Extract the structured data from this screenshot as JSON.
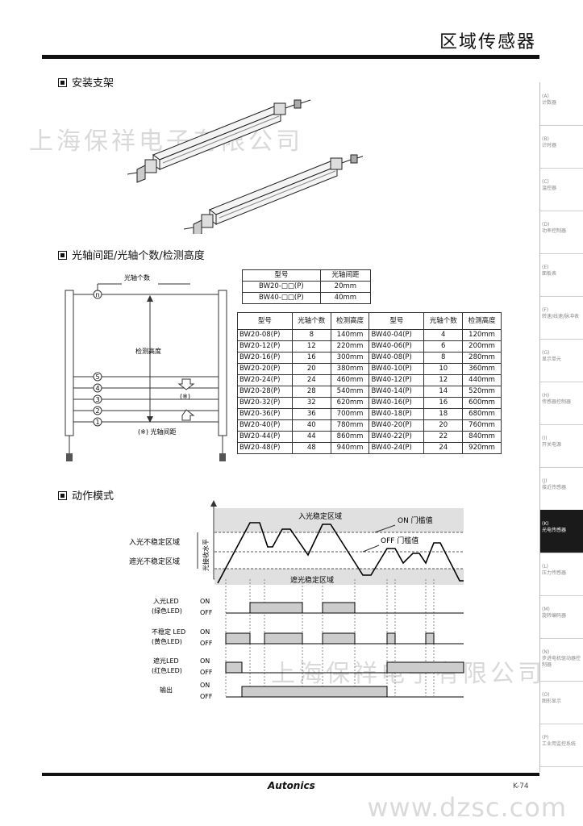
{
  "header": {
    "title": "区域传感器"
  },
  "side_tabs": [
    {
      "code": "(A)",
      "name": "计数器"
    },
    {
      "code": "(B)",
      "name": "计时器"
    },
    {
      "code": "(C)",
      "name": "温控器"
    },
    {
      "code": "(D)",
      "name": "功率控制器"
    },
    {
      "code": "(E)",
      "name": "面板表"
    },
    {
      "code": "(F)",
      "name": "转速/线速/脉冲表"
    },
    {
      "code": "(G)",
      "name": "显示单元"
    },
    {
      "code": "(H)",
      "name": "传感器控制器"
    },
    {
      "code": "(I)",
      "name": "开关电源"
    },
    {
      "code": "(J)",
      "name": "接近传感器"
    },
    {
      "code": "(K)",
      "name": "光电传感器"
    },
    {
      "code": "(L)",
      "name": "压力传感器"
    },
    {
      "code": "(M)",
      "name": "旋转编码器"
    },
    {
      "code": "(N)",
      "name": "步进电机驱动器控制器"
    },
    {
      "code": "(O)",
      "name": "图形显示"
    },
    {
      "code": "(P)",
      "name": "工业用监控系统"
    }
  ],
  "active_tab_index": 10,
  "sections": {
    "mount": "安装支架",
    "pitch": "光轴间距/光轴个数/检测高度",
    "mode": "动作模式"
  },
  "watermark": "上海保祥电子有限公司",
  "pitch_diagram": {
    "optical_count_label": "光轴个数",
    "height_label": "检测高度",
    "note": "(※)",
    "pitch_label": "(※) 光轴间距",
    "beams": [
      "n",
      "5",
      "4",
      "3",
      "2",
      "1"
    ]
  },
  "small_table": {
    "headers": [
      "型号",
      "光轴间距"
    ],
    "rows": [
      [
        "BW20-□□(P)",
        "20mm"
      ],
      [
        "BW40-□□(P)",
        "40mm"
      ]
    ]
  },
  "big_table": {
    "headers": [
      "型号",
      "光轴个数",
      "检测高度",
      "型号",
      "光轴个数",
      "检测高度"
    ],
    "rows": [
      [
        "BW20-08(P)",
        "8",
        "140mm",
        "BW40-04(P)",
        "4",
        "120mm"
      ],
      [
        "BW20-12(P)",
        "12",
        "220mm",
        "BW40-06(P)",
        "6",
        "200mm"
      ],
      [
        "BW20-16(P)",
        "16",
        "300mm",
        "BW40-08(P)",
        "8",
        "280mm"
      ],
      [
        "BW20-20(P)",
        "20",
        "380mm",
        "BW40-10(P)",
        "10",
        "360mm"
      ],
      [
        "BW20-24(P)",
        "24",
        "460mm",
        "BW40-12(P)",
        "12",
        "440mm"
      ],
      [
        "BW20-28(P)",
        "28",
        "540mm",
        "BW40-14(P)",
        "14",
        "520mm"
      ],
      [
        "BW20-32(P)",
        "32",
        "620mm",
        "BW40-16(P)",
        "16",
        "600mm"
      ],
      [
        "BW20-36(P)",
        "36",
        "700mm",
        "BW40-18(P)",
        "18",
        "680mm"
      ],
      [
        "BW20-40(P)",
        "40",
        "780mm",
        "BW40-20(P)",
        "20",
        "760mm"
      ],
      [
        "BW20-44(P)",
        "44",
        "860mm",
        "BW40-22(P)",
        "22",
        "840mm"
      ],
      [
        "BW20-48(P)",
        "48",
        "940mm",
        "BW40-24(P)",
        "24",
        "920mm"
      ]
    ]
  },
  "timing": {
    "zone_on_stable": "入光稳定区域",
    "zone_off_stable": "遮光稳定区域",
    "on_threshold": "ON 门槛值",
    "off_threshold": "OFF 门槛值",
    "zone_in_unstable": "入光不稳定区域",
    "zone_out_unstable": "遮光不稳定区域",
    "y_axis": "光接收水平",
    "on": "ON",
    "off": "OFF",
    "signals": [
      {
        "name": "入光LED",
        "sub": "(绿色LED)"
      },
      {
        "name": "不稳定 LED",
        "sub": "(黄色LED)"
      },
      {
        "name": "遮光LED",
        "sub": "(红色LED)"
      },
      {
        "name": "输出",
        "sub": ""
      }
    ]
  },
  "footer": {
    "brand": "Autonics",
    "page": "K-74",
    "site": "www.dzsc.com"
  }
}
